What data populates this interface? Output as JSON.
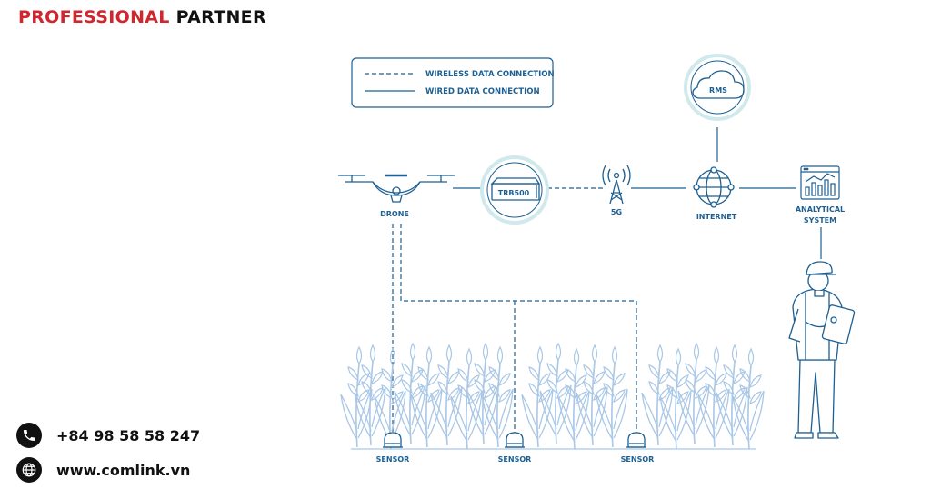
{
  "brand": {
    "part1": "PROFESSIONAL",
    "part2": "PARTNER"
  },
  "contact": {
    "phone": "+84 98 58 58 247",
    "website": "www.comlink.vn"
  },
  "legend": {
    "wireless": "WIRELESS DATA CONNECTION",
    "wired": "WIRED DATA CONNECTION"
  },
  "nodes": {
    "drone": "DRONE",
    "router": "TRB500",
    "fiveg": "5G",
    "internet": "INTERNET",
    "rms": "RMS",
    "analytical_line1": "ANALYTICAL",
    "analytical_line2": "SYSTEM",
    "sensor1": "SENSOR",
    "sensor2": "SENSOR",
    "sensor3": "SENSOR"
  },
  "colors": {
    "line": "#1d5f91",
    "accent": "#d0262d",
    "crop": "#a9c7e6",
    "halo": "#cfe9ec"
  }
}
